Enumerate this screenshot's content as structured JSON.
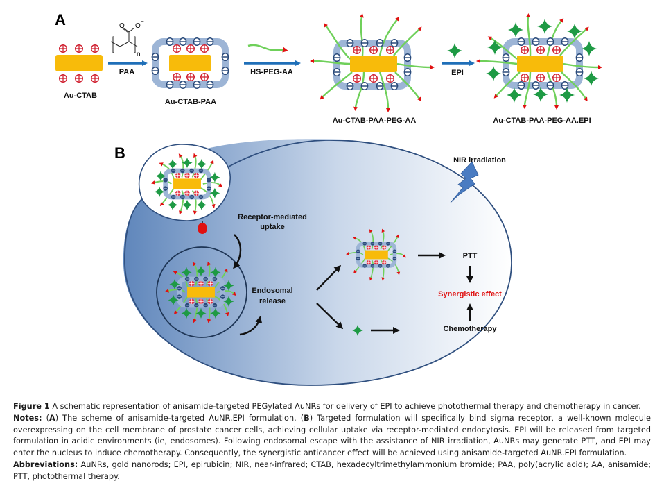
{
  "panel_a": {
    "letter": "A",
    "stages": [
      {
        "label": "Au-CTAB"
      },
      {
        "label": "Au-CTAB-PAA"
      },
      {
        "label": "Au-CTAB-PAA-PEG-AA"
      },
      {
        "label": "Au-CTAB-PAA-PEG-AA.EPI"
      }
    ],
    "reagents": [
      {
        "label": "PAA",
        "structure": {
          "carbonyl_O": "O",
          "anion_O": "O",
          "charge": "−",
          "subscript": "n"
        }
      },
      {
        "label": "HS-PEG-AA"
      },
      {
        "label": "EPI"
      }
    ]
  },
  "panel_b": {
    "letter": "B",
    "labels": {
      "nir": "NIR irradiation",
      "uptake_line1": "Receptor-mediated",
      "uptake_line2": "uptake",
      "release_line1": "Endosomal",
      "release_line2": "release",
      "ptt": "PTT",
      "synergy": "Synergistic effect",
      "chemo": "Chemotherapy"
    }
  },
  "colors": {
    "gold_rod": "#f8bb0a",
    "paa_shell": "#9db5d6",
    "negative_charge": "#2a4a7a",
    "positive_charge": "#d02030",
    "peg_chain": "#6fd05a",
    "aa_ligand": "#e01010",
    "epi_drug": "#1e9a44",
    "arrow_blue": "#1f6fb8",
    "cell_membrane": "#2f4f7f",
    "synergy_text": "#e01818"
  },
  "caption": {
    "figure_label": "Figure 1",
    "title": " A schematic representation of anisamide-targeted PEGylated AuNRs for delivery of EPI to achieve photothermal therapy and chemotherapy in cancer.",
    "notes_label": "Notes:",
    "notes_open_a": " (",
    "notes_a": "A",
    "notes_text_a": ") The scheme of anisamide-targeted AuNR.EPI formulation. (",
    "notes_b": "B",
    "notes_text_b": ") Targeted formulation will specifically bind sigma receptor, a well-known molecule overexpressing on the cell membrane of prostate cancer cells, achieving cellular uptake via receptor-mediated endocytosis. EPI will be released from targeted formulation in acidic environments (ie, endosomes). Following endosomal escape with the assistance of NIR irradiation, AuNRs may generate PTT, and EPI may enter the nucleus to induce chemotherapy. Consequently, the synergistic anticancer effect will be achieved using anisamide-targeted AuNR.EPI formulation.",
    "abbr_label": "Abbreviations:",
    "abbr_text": " AuNRs, gold nanorods; EPI, epirubicin; NIR, near-infrared; CTAB, hexadecyltrimethylammonium bromide; PAA, poly(acrylic acid); AA, anisamide; PTT, photothermal therapy."
  }
}
